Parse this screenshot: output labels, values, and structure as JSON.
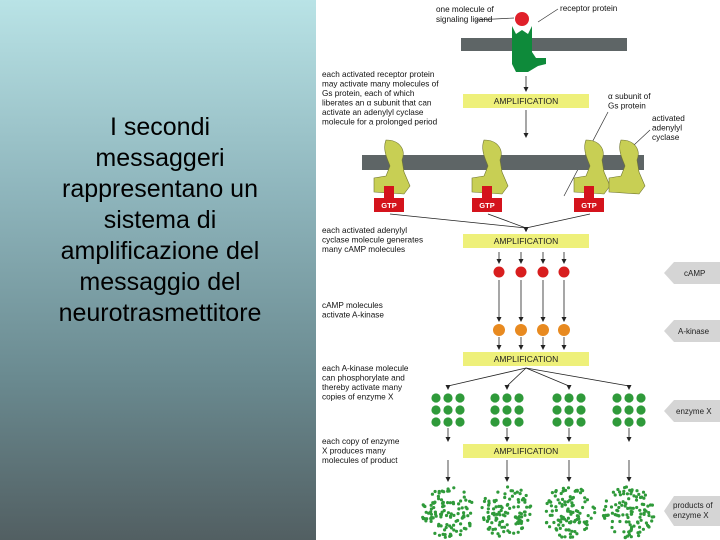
{
  "slide": {
    "text_lines": [
      "I secondi",
      "messaggeri",
      "rappresentano un",
      "sistema di",
      "amplificazione del",
      "messaggio del",
      "neurotrasmettitore"
    ]
  },
  "diagram": {
    "ligand_label": [
      "one molecule of",
      "signaling ligand"
    ],
    "receptor_label": "receptor protein",
    "receptor_note": [
      "each activated receptor protein",
      "may activate many molecules of",
      "Gs protein, each of which",
      "liberates an α subunit that can",
      "activate an adenylyl cyclase",
      "molecule for a prolonged period"
    ],
    "alpha_label": [
      "α subunit of",
      "Gs protein"
    ],
    "cyclase_label": [
      "activated",
      "adenylyl",
      "cyclase"
    ],
    "gtp": "GTP",
    "cyclase_note": [
      "each activated adenylyl",
      "cyclase molecule generates",
      "many cAMP molecules"
    ],
    "camp_note": [
      "cAMP molecules",
      "activate A-kinase"
    ],
    "kinase_note": [
      "each A-kinase molecule",
      "can phosphorylate and",
      "thereby activate many",
      "copies of enzyme X"
    ],
    "enzyme_note": [
      "each copy of enzyme",
      "X produces many",
      "molecules of product"
    ],
    "amplification": "AMPLIFICATION",
    "tags": {
      "camp": "cAMP",
      "akinase": "A-kinase",
      "enzymex": "enzyme X",
      "products": [
        "products of",
        "enzyme X"
      ]
    }
  },
  "colors": {
    "membrane": "#5e6566",
    "receptor": "#0e8a3a",
    "ligand": "#e0202a",
    "cyclase": "#c8cf54",
    "gtp": "#d4131c",
    "camp": "#d81e1e",
    "akinase": "#e88a20",
    "enzyme": "#2f9a3a",
    "amp_bar": "#eef07a"
  }
}
